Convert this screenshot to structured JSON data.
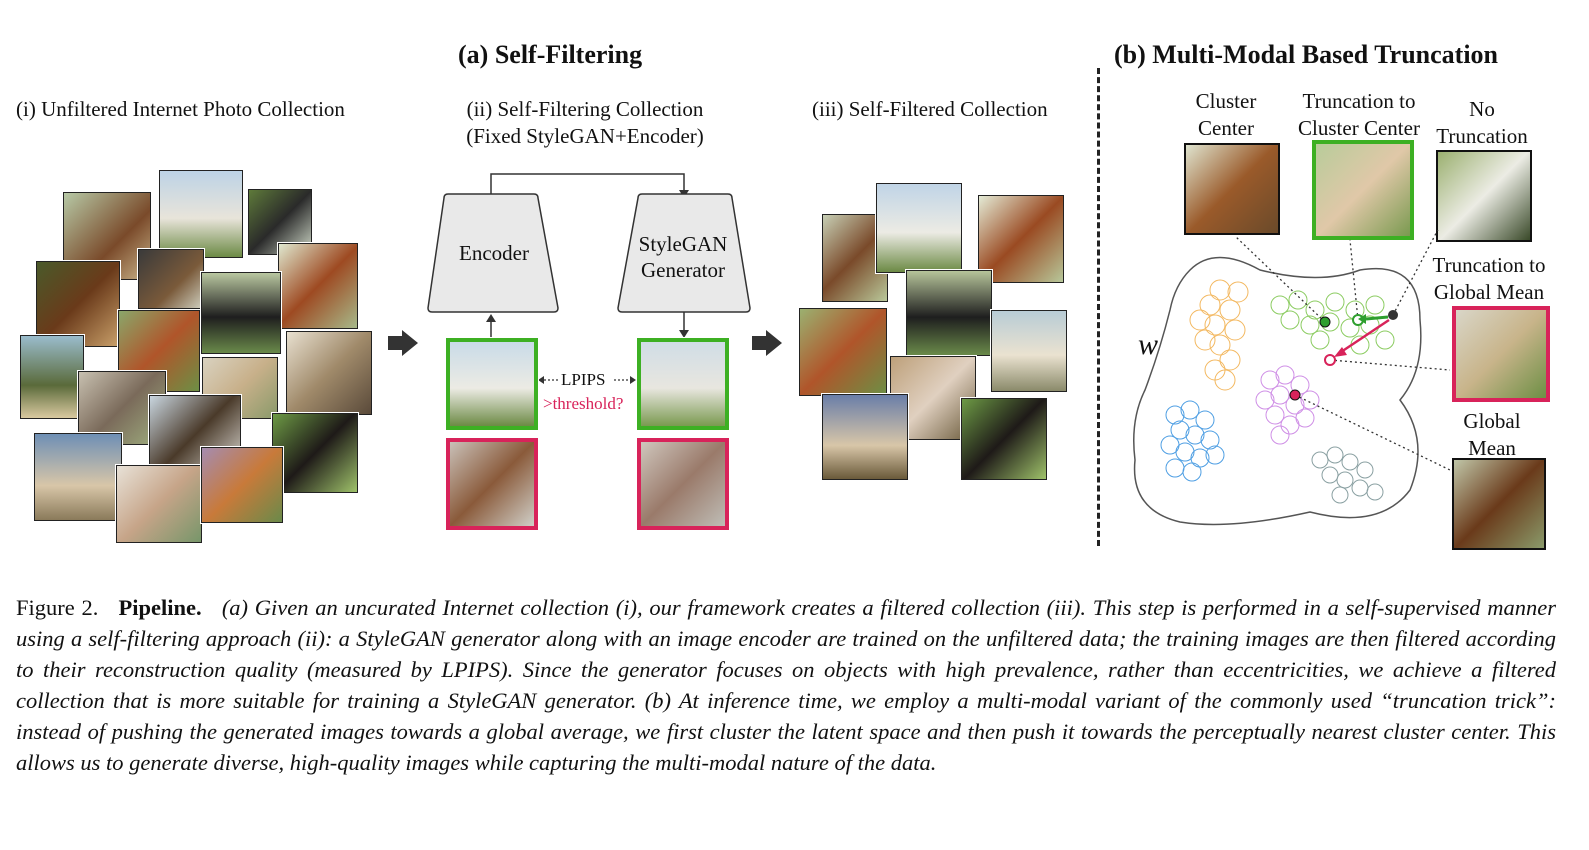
{
  "figure": {
    "title_a": "(a) Self-Filtering",
    "title_b": "(b) Multi-Modal Based Truncation",
    "col_i": "(i) Unfiltered Internet Photo Collection",
    "col_ii_line1": "(ii) Self-Filtering Collection",
    "col_ii_line2": "(Fixed StyleGAN+Encoder)",
    "col_iii": "(iii) Self-Filtered Collection",
    "encoder": "Encoder",
    "generator_line1": "StyleGAN",
    "generator_line2": "Generator",
    "lpips": "LPIPS",
    "threshold": ">threshold?",
    "w_label": "w",
    "cluster_center_1": "Cluster",
    "cluster_center_2": "Center",
    "trunc_cluster_1": "Truncation to",
    "trunc_cluster_2": "Cluster Center",
    "no_trunc_1": "No",
    "no_trunc_2": "Truncation",
    "trunc_global_1": "Truncation to",
    "trunc_global_2": "Global Mean",
    "global_mean_1": "Global",
    "global_mean_2": "Mean"
  },
  "colors": {
    "green": "#3db023",
    "red": "#d8235a",
    "cluster_orange": "#f5c27a",
    "cluster_green": "#9ed47a",
    "cluster_purple": "#d9a6ec",
    "cluster_blue": "#6aaee8",
    "cluster_gray": "#9aaeb0"
  },
  "caption": {
    "fig_label": "Figure 2.",
    "bold": "Pipeline.",
    "text": "(a) Given an uncurated Internet collection (i), our framework creates a filtered collection (iii). This step is performed in a self-supervised manner using a self-filtering approach (ii): a StyleGAN generator along with an image encoder are trained on the unfiltered data; the training images are then filtered according to their reconstruction quality (measured by LPIPS). Since the generator focuses on objects with high prevalence, rather than eccentricities, we achieve a filtered collection that is more suitable for training a StyleGAN generator. (b) At inference time, we employ a multi-modal variant of the commonly used “truncation trick”: instead of pushing the generated images towards a global average, we first cluster the latent space and then push it towards the perceptually nearest cluster center. This allows us to generate diverse, high-quality images while capturing the multi-modal nature of the data."
  }
}
